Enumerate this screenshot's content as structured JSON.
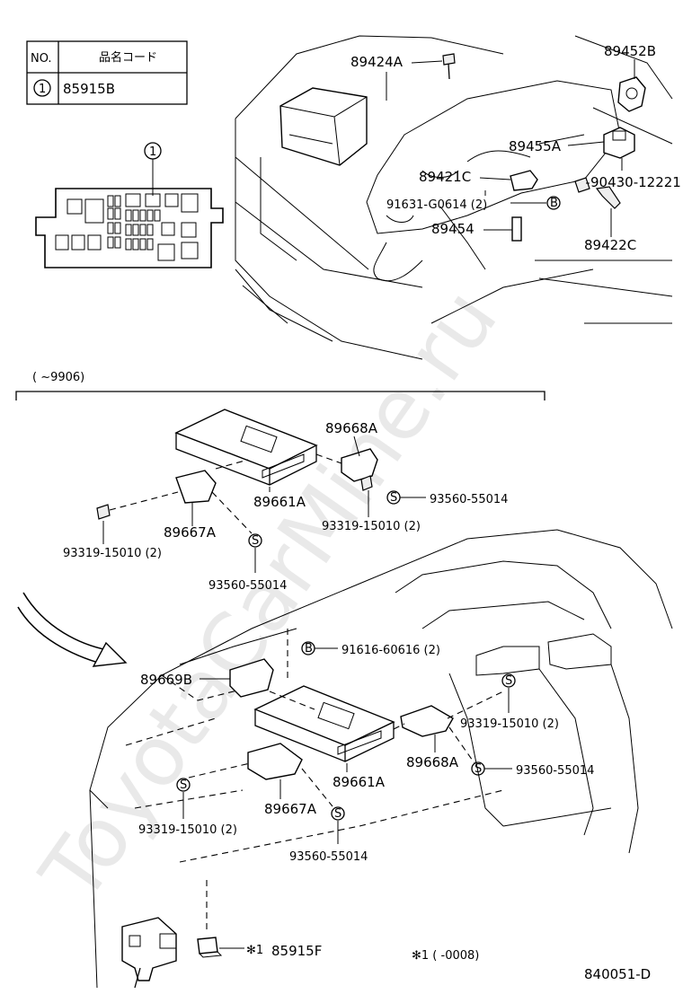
{
  "legend_table": {
    "header_no": "NO.",
    "header_code": "品名コード",
    "rows": [
      {
        "no": "1",
        "code": "85915B"
      }
    ]
  },
  "relay_block_callout": "1",
  "watermark": "ToyotaCarMine.ru",
  "range_upper": "(      ~9906)",
  "footnote": "✻1  (      -0008)",
  "drawing_number": "840051-D",
  "labels": {
    "p89424A": "89424A",
    "p89452B": "89452B",
    "p89455A": "89455A",
    "p89421C": "89421C",
    "p90430": "90430-12221",
    "p91631": "91631-G0614 (2)",
    "p89454": "89454",
    "p89422C": "89422C",
    "p89668A_1": "89668A",
    "p93560_1": "93560-55014",
    "p89661A_1": "89661A",
    "p93319_1": "93319-15010 (2)",
    "p89667A_1": "89667A",
    "p93319_2": "93319-15010 (2)",
    "p93560_2": "93560-55014",
    "p91616": "91616-60616 (2)",
    "p89669B": "89669B",
    "p93319_3": "93319-15010 (2)",
    "p89668A_2": "89668A",
    "p93560_3": "93560-55014",
    "p89661A_2": "89661A",
    "p93319_4": "93319-15010 (2)",
    "p89667A_2": "89667A",
    "p93560_4": "93560-55014",
    "p85915F_mark": "✻1",
    "p85915F": "85915F"
  },
  "symbols": {
    "s_mark": "S",
    "b_mark": "B"
  }
}
